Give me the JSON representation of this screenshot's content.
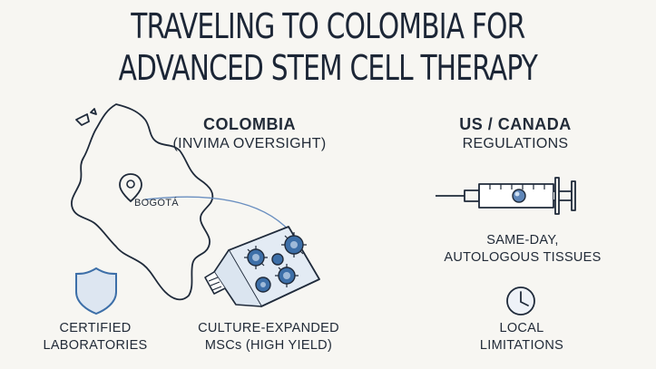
{
  "title": {
    "line1": "TRAVELING TO COLOMBIA FOR",
    "line2": "ADVANCED STEM CELL THERAPY"
  },
  "colombia": {
    "heading": "COLOMBIA",
    "subheading": "(INVIMA OVERSIGHT)",
    "city": "BOGOTÁ"
  },
  "us_canada": {
    "heading": "US / CANADA",
    "subheading": "REGULATIONS"
  },
  "features": {
    "certified_line1": "CERTIFIED",
    "certified_line2": "LABORATORIES",
    "culture_line1": "CULTURE-EXPANDED",
    "culture_line2": "MSCs (HIGH YIELD)",
    "sameday_line1": "SAME-DAY,",
    "sameday_line2": "AUTOLOGOUS TISSUES",
    "local_line1": "LOCAL",
    "local_line2": "LIMITATIONS"
  },
  "icons": {
    "map": "colombia-map-icon",
    "pin": "map-pin-icon",
    "shield": "shield-icon",
    "flask": "culture-flask-icon",
    "syringe": "syringe-icon",
    "clock": "clock-icon"
  },
  "colors": {
    "ink": "#1f2a3a",
    "accent": "#3d6fa8",
    "background": "#f7f6f2"
  }
}
